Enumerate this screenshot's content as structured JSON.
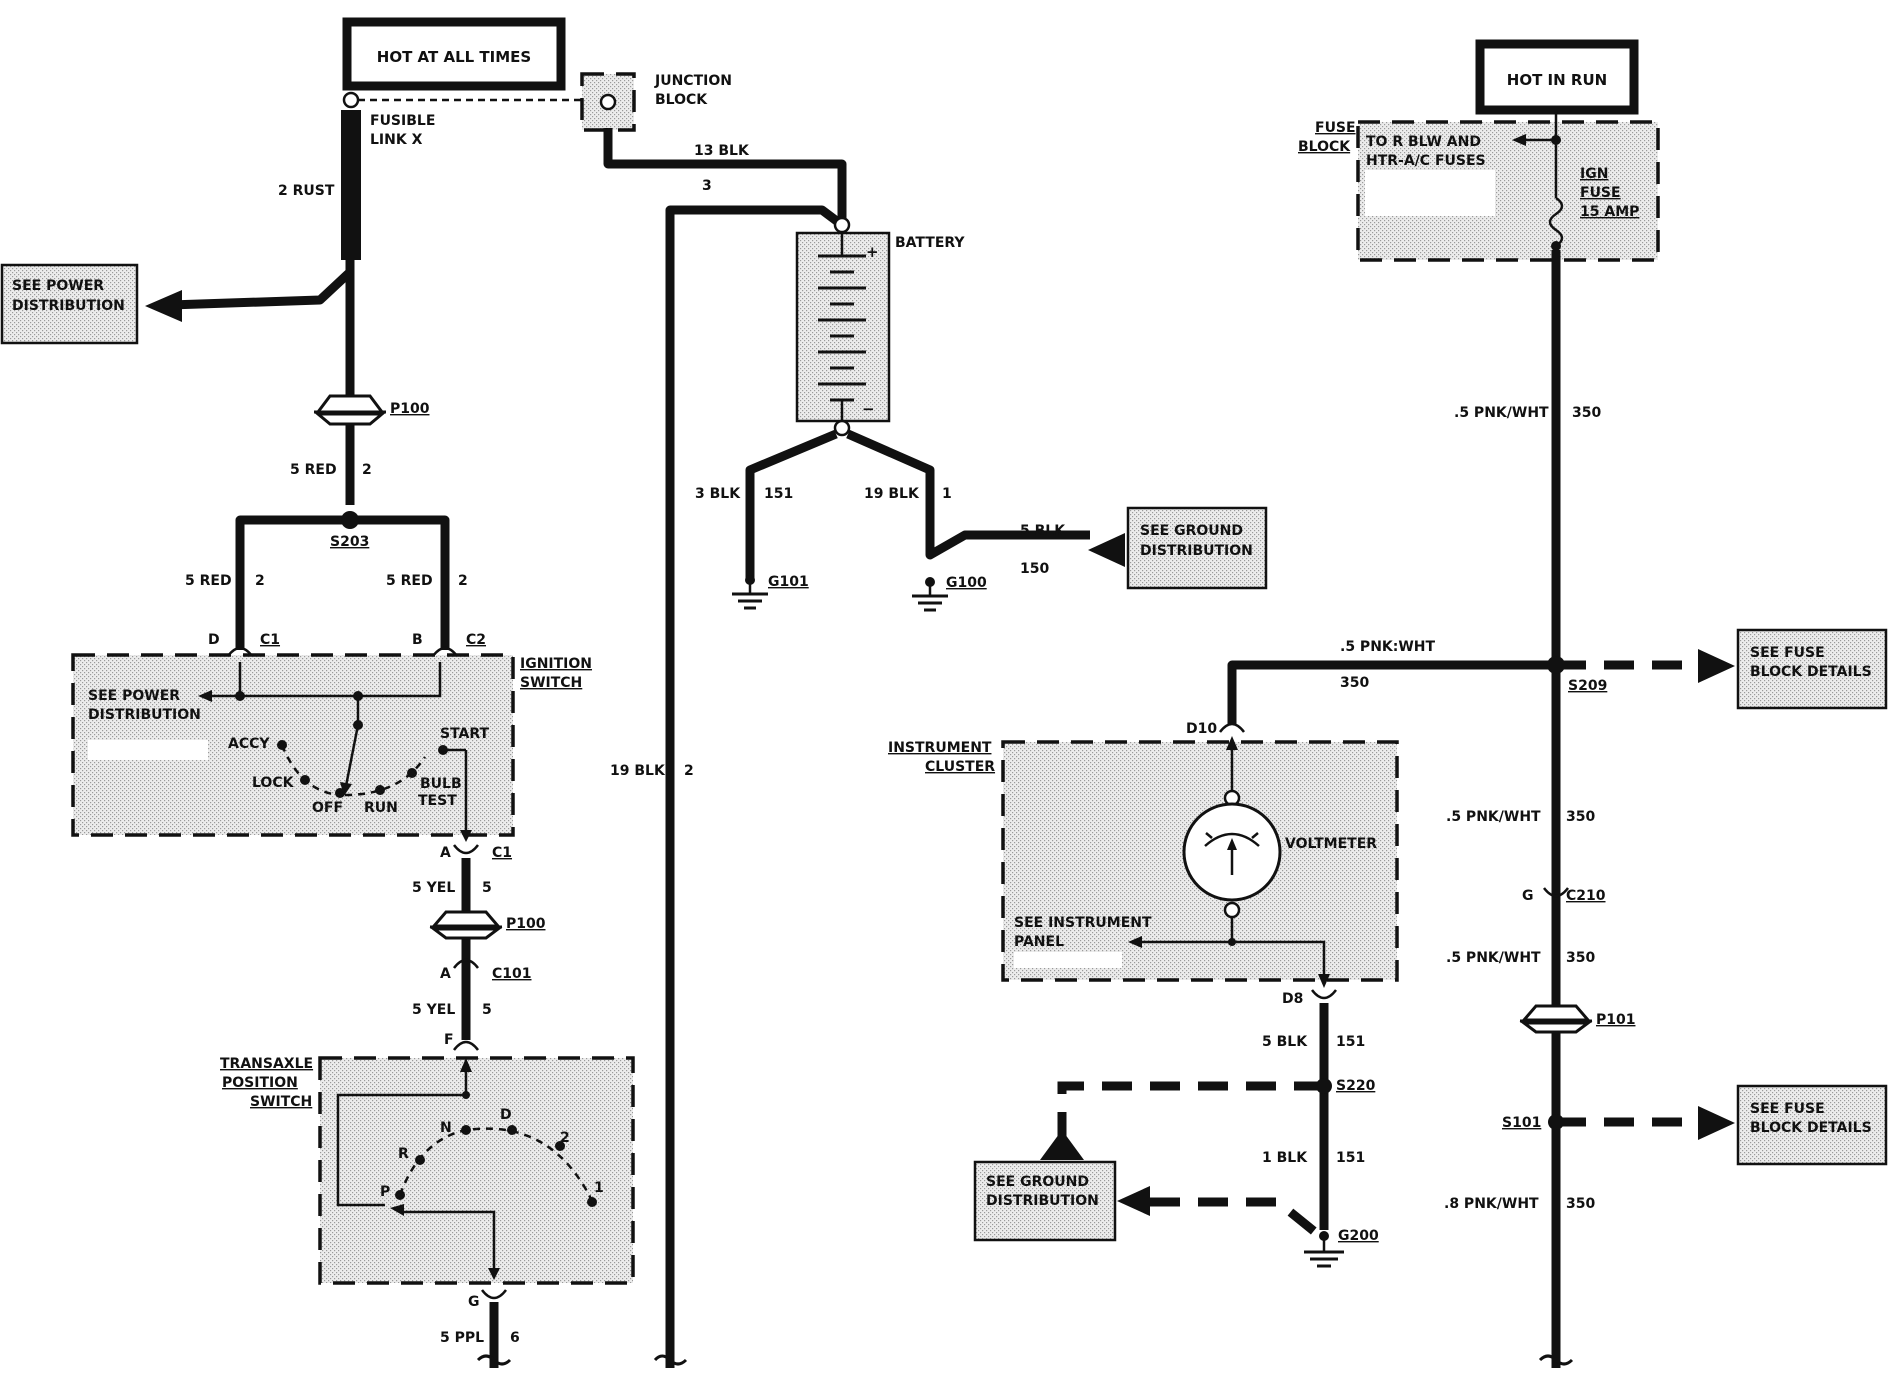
{
  "labels": {
    "hot_at_all_times": "HOT AT ALL TIMES",
    "hot_in_run": "HOT IN RUN",
    "junction_block_1": "JUNCTION",
    "junction_block_2": "BLOCK",
    "fusible_link_1": "FUSIBLE",
    "fusible_link_2": "LINK X",
    "wire_2_rust": "2 RUST",
    "see_power_dist_1": "SEE POWER",
    "see_power_dist_2": "DISTRIBUTION",
    "wire_13_blk": "13 BLK",
    "wire_3": "3",
    "battery": "BATTERY",
    "p100": "P100",
    "wire_5_red": "5 RED",
    "ckt_2": "2",
    "s203": "S203",
    "wire_3_blk": "3 BLK",
    "ckt_151": "151",
    "wire_19_blk": "19 BLK",
    "ckt_1": "1",
    "wire_5_blk": "5 BLK",
    "ckt_150": "150",
    "see_ground_1": "SEE GROUND",
    "see_ground_2": "DISTRIBUTION",
    "g101": "G101",
    "g100": "G100",
    "pin_d": "D",
    "c1": "C1",
    "pin_b": "B",
    "c2": "C2",
    "ignition_1": "IGNITION",
    "ignition_2": "SWITCH",
    "accy": "ACCY",
    "lock": "LOCK",
    "off": "OFF",
    "run": "RUN",
    "bulb": "BULB",
    "test": "TEST",
    "start": "START",
    "pin_a": "A",
    "wire_5_yel": "5 YEL",
    "ckt_5": "5",
    "c101": "C101",
    "pin_f": "F",
    "transaxle_1": "TRANSAXLE",
    "transaxle_2": "POSITION",
    "transaxle_3": "SWITCH",
    "gear_n": "N",
    "gear_d": "D",
    "gear_r": "R",
    "gear_2": "2",
    "gear_p": "P",
    "gear_1": "1",
    "pin_g": "G",
    "wire_5_ppl": "5 PPL",
    "ckt_6": "6",
    "wire_19_blk_long": "19 BLK",
    "fuse_block_1": "FUSE",
    "fuse_block_2": "BLOCK",
    "to_r_blw_1": "TO R BLW AND",
    "to_r_blw_2": "HTR-A/C FUSES",
    "ign_fuse_1": "IGN",
    "ign_fuse_2": "FUSE",
    "ign_fuse_3": "15 AMP",
    "wire_pnk_wht": ".5 PNK/WHT",
    "wire_pnk_wht_colon": ".5 PNK:WHT",
    "ckt_350": "350",
    "see_fuse_1": "SEE FUSE",
    "see_fuse_2": "BLOCK DETAILS",
    "s209": "S209",
    "d10": "D10",
    "instrument_1": "INSTRUMENT",
    "instrument_2": "CLUSTER",
    "voltmeter": "VOLTMETER",
    "see_inst_1": "SEE INSTRUMENT",
    "see_inst_2": "PANEL",
    "d8": "D8",
    "c210": "C210",
    "p101": "P101",
    "s220": "S220",
    "wire_1_blk": "1 BLK",
    "g200": "G200",
    "s101": "S101",
    "wire_8_pnk_wht": ".8 PNK/WHT"
  }
}
